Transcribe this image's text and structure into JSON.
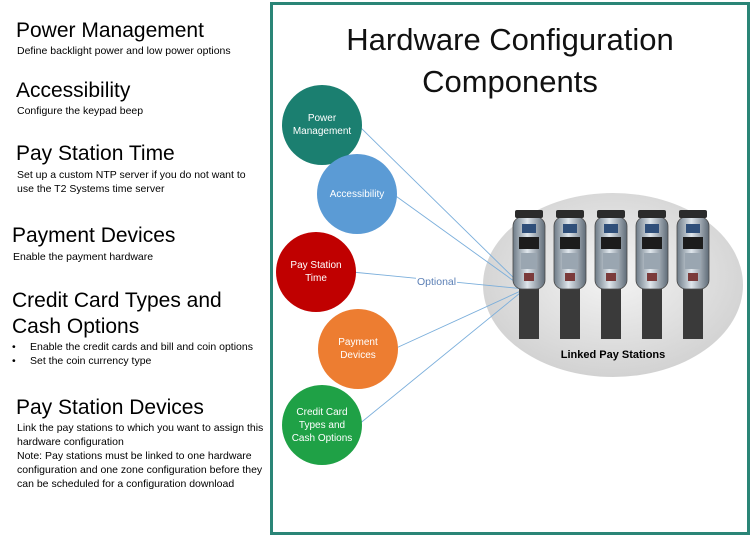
{
  "sections": [
    {
      "title": "Power Management",
      "desc": "Define backlight power and low power options"
    },
    {
      "title": "Accessibility",
      "desc": "Configure the keypad beep"
    },
    {
      "title": "Pay Station Time",
      "desc": "Set up a custom NTP server if you do not want to use the T2 Systems time server"
    },
    {
      "title": "Payment Devices",
      "desc": "Enable the payment hardware"
    },
    {
      "title": "Credit Card Types and Cash Options",
      "bullets": [
        "Enable the credit cards and bill and coin options",
        "Set the coin currency type"
      ]
    },
    {
      "title": "Pay Station Devices",
      "desc": "Link the pay stations to which you want to assign this hardware configuration",
      "note": "Note: Pay stations must be linked to one hardware configuration and one zone configuration before they can be scheduled for a configuration download"
    }
  ],
  "panel": {
    "title": "Hardware Configuration Components",
    "nodes": [
      {
        "label": "Power Management",
        "color": "#1b7f70"
      },
      {
        "label": "Accessibility",
        "color": "#5b9bd5"
      },
      {
        "label": "Pay Station Time",
        "color": "#c00000"
      },
      {
        "label": "Payment Devices",
        "color": "#ed7d31"
      },
      {
        "label": "Credit Card Types and Cash Options",
        "color": "#1fa146"
      }
    ],
    "target_label": "Linked Pay Stations",
    "edge_label": "Optional",
    "pay_station_count": 5
  },
  "colors": {
    "panel_border": "#2a8577",
    "edge": "#7aaedb",
    "ellipse": "#d9d9d9"
  }
}
